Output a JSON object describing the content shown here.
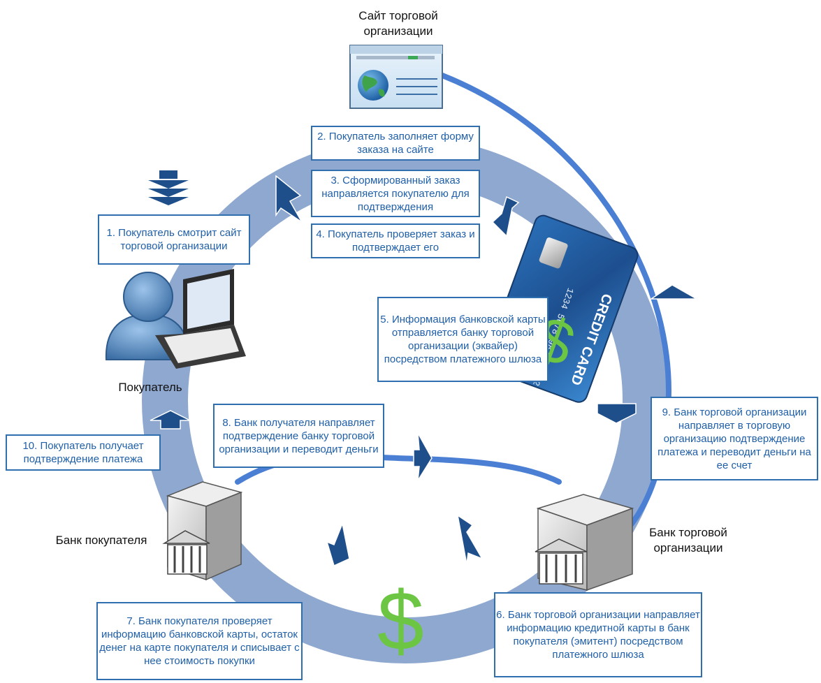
{
  "labels": {
    "merchant_site": "Сайт торговой организации",
    "buyer": "Покупатель",
    "buyer_bank": "Банк покупателя",
    "merchant_bank": "Банк торговой организации"
  },
  "steps": {
    "s1": "1. Покупатель смотрит сайт торговой организации",
    "s2": "2. Покупатель заполняет форму заказа на сайте",
    "s3": "3. Сформированный заказ направляется покупателю для подтверждения",
    "s4": "4. Покупатель проверяет заказ и подтверждает его",
    "s5": "5. Информация банковской карты отправляется банку торговой организации (эквайер) посредством платежного шлюза",
    "s6": "6. Банк торговой организации направляет информацию кредитной карты в банк покупателя (эмитент) посредством платежного шлюза",
    "s7": "7. Банк покупателя проверяет информацию банковской карты, остаток денег на карте покупателя и списывает с нее стоимость покупки",
    "s8": "8. Банк получателя направляет подтверждение банку торговой организации и переводит деньги",
    "s9": "9. Банк торговой организации направляет в торговую организацию подтверждение платежа и переводит деньги на ее счет",
    "s10": "10. Покупатель получает подтверждение платежа"
  },
  "card": {
    "title": "CREDIT CARD",
    "number": "1234 5678 9876 5432"
  },
  "symbols": {
    "dollar": "$"
  },
  "colors": {
    "ring": "#7f9cc9",
    "arrow": "#1f4f8a",
    "box_border": "#2f6fb0",
    "box_text": "#1f5fa8",
    "flow_line": "#4a7fd4",
    "dollar": "#6cc644"
  }
}
